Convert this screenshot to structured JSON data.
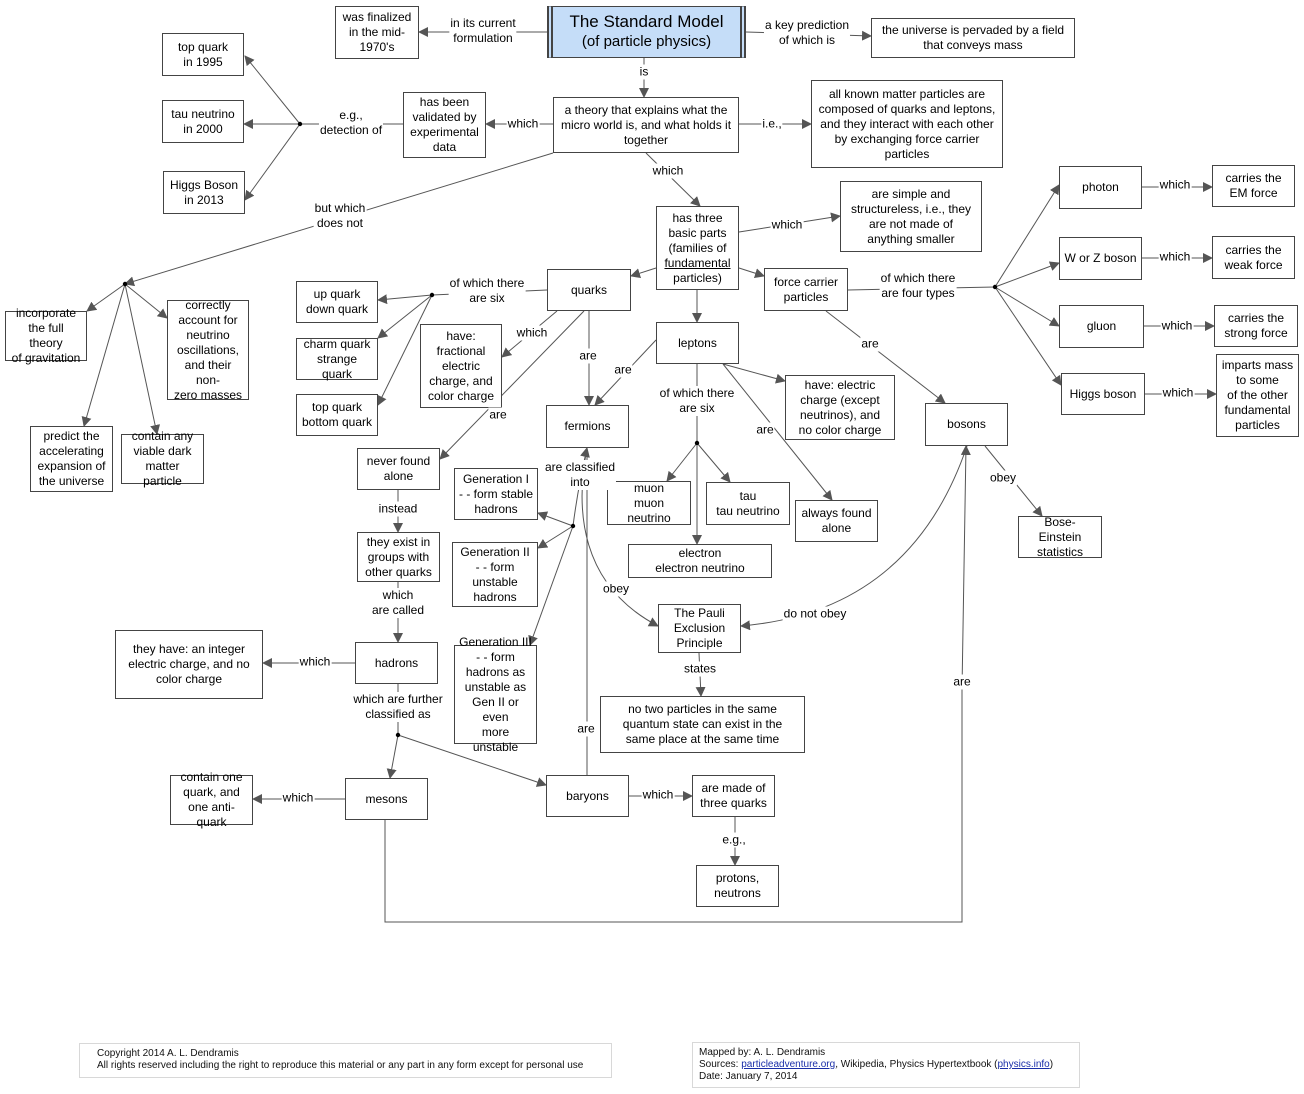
{
  "nodes": {
    "standard_model": {
      "title": "The Standard Model",
      "subtitle": "(of particle physics)"
    },
    "finalized": "was finalized\nin the mid-\n1970's",
    "key_prediction": "the universe is pervaded by a field\nthat conveys mass",
    "theory": "a theory that explains what the\nmicro world is, and what holds it\ntogether",
    "validated": "has been\nvalidated by\nexperimental\ndata",
    "composed": "all known matter particles are\ncomposed of quarks and leptons,\nand they interact with each other\nby exchanging force carrier\nparticles",
    "top_quark_1995": "top quark\nin 1995",
    "tau_neutrino_2000": "tau neutrino\nin 2000",
    "higgs_2013": "Higgs Boson\nin 2013",
    "three_parts": {
      "pre": "has three\nbasic parts\n(families of\n",
      "underlined": "fundamental",
      "post": "\nparticles)"
    },
    "simple": "are simple and\nstructureless, i.e., they\nare not made of\nanything smaller",
    "quarks": "quarks",
    "force_carrier": "force carrier\nparticles",
    "leptons": "leptons",
    "up_down": "up quark\ndown quark",
    "charm_strange": "charm quark\nstrange quark",
    "top_bottom": "top quark\nbottom quark",
    "fractional": "have:\nfractional\nelectric\ncharge, and\ncolor charge",
    "fermions": "fermions",
    "bosons": "bosons",
    "photon": "photon",
    "wz_boson": "W or Z boson",
    "gluon": "gluon",
    "higgs_boson": "Higgs boson",
    "em_force": "carries the\nEM force",
    "weak_force": "carries the\nweak force",
    "strong_force": "carries the\nstrong force",
    "imparts_mass": "imparts mass\nto some\nof the other\nfundamental\nparticles",
    "incorporate": "incorporate\nthe full theory\nof gravitation",
    "neutrino_osc": "correctly\naccount for\nneutrino\noscillations,\nand their non-\nzero masses",
    "accelerating": "predict the\naccelerating\nexpansion of\nthe universe",
    "dark_matter": "contain any\nviable dark\nmatter particle",
    "never_alone": "never found\nalone",
    "groups": "they exist in\ngroups with\nother quarks",
    "hadrons": "hadrons",
    "integer_charge": "they have: an integer\nelectric charge, and no\ncolor charge",
    "gen1": "Generation I\n- - form stable\nhadrons",
    "gen2": "Generation II\n- - form\nunstable\nhadrons",
    "gen3": "Generation III\n- - form\nhadrons as\nunstable as\nGen II or even\nmore unstable",
    "muon": "muon\nmuon neutrino",
    "tau": "tau\ntau neutrino",
    "electron": "electron\nelectron neutrino",
    "lepton_charge": "have: electric\ncharge (except\nneutrinos), and\nno color charge",
    "always_alone": "always found\nalone",
    "pauli": "The Pauli\nExclusion\nPrinciple",
    "no_two": "no two particles in the same\nquantum state can exist in the\nsame place at the same time",
    "bose_einstein": "Bose-Einstein\nstatistics",
    "mesons": "mesons",
    "baryons": "baryons",
    "one_quark": "contain one\nquark, and\none anti-quark",
    "three_quarks": "are made of\nthree quarks",
    "protons": "protons,\nneutrons"
  },
  "labels": {
    "current_formulation": "in its current\nformulation",
    "key_prediction_of": "a key prediction\nof which is",
    "is": "is",
    "which_validated": "which",
    "ie": "i.e.,",
    "eg_detection": "e.g.,\ndetection of",
    "which_three": "which",
    "but_which": "but which\ndoes not",
    "which_simple": "which",
    "six_quarks": "of which there\nare six",
    "which_fractional": "which",
    "are_fermions_q": "are",
    "are_never": "are",
    "four_types": "of which there\nare four types",
    "are_bosons": "are",
    "which_em": "which",
    "which_weak": "which",
    "which_strong": "which",
    "which_higgs": "which",
    "are_fermions_l": "are",
    "six_leptons": "of which there\nare six",
    "are_always": "are",
    "classified_into": "are classified\ninto",
    "instead": "instead",
    "called": "which\nare called",
    "which_integer": "which",
    "further_classified": "which are further\nclassified as",
    "obey_pauli": "obey",
    "do_not_obey": "do not obey",
    "states": "states",
    "obey_bose": "obey",
    "are_baryons": "are",
    "are_mesons_bosons": "are",
    "which_one_quark": "which",
    "which_three_quarks": "which",
    "eg_protons": "e.g.,"
  },
  "footer": {
    "copyright_line1": "Copyright 2014 A. L. Dendramis",
    "copyright_line2": "All rights reserved including the right to reproduce this material or any part in any form except for personal use",
    "mapped_by": "Mapped by:  A. L. Dendramis",
    "sources_label": "Sources:  ",
    "source_link1": "particleadventure.org",
    "sources_middle": ", Wikipedia, Physics Hypertextbook (",
    "source_link2": "physics.info",
    "sources_end": ")",
    "date": "Date:  January 7, 2014"
  },
  "colors": {
    "root_fill": "#c5ddf8",
    "line": "#555555",
    "link": "#1a2ea8"
  }
}
